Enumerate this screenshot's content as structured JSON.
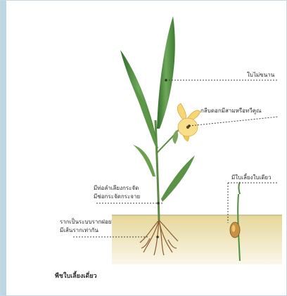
{
  "diagram": {
    "title": "พืชใบเลี้ยงเดี่ยว",
    "labels": {
      "leaf": "ใบไม่ขนาน",
      "flower": "กลีบดอกมีสามหรือทวีคูณ",
      "stem": [
        "มีท่อลำเลียงกระจัด",
        "มีช่อกระจัดกระจาย"
      ],
      "root": [
        "รากเป็นระบบรากฝอย",
        "มีเส้นรากเท่ากัน"
      ],
      "seed": "มีใบเลี้ยงใบเดียว"
    },
    "colors": {
      "leaf": "#4f8f3e",
      "soil": "#eadca3",
      "flower": "#f7d575",
      "root": "#8a5a30"
    }
  }
}
